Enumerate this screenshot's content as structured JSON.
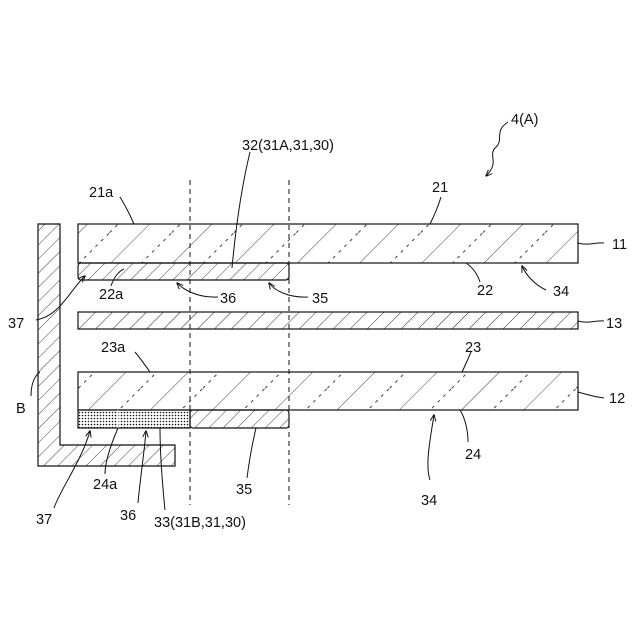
{
  "figure": {
    "assembly": "4(A)",
    "label_32": "32(31A,31,30)",
    "label_33": "33(31B,31,30)",
    "ref_21a": "21a",
    "ref_21": "21",
    "ref_11": "11",
    "ref_22a": "22a",
    "ref_36_top": "36",
    "ref_35_top": "35",
    "ref_22": "22",
    "ref_34_top": "34",
    "ref_37_top": "37",
    "ref_13": "13",
    "ref_23a": "23a",
    "ref_23": "23",
    "ref_b": "B",
    "ref_12": "12",
    "ref_24": "24",
    "ref_34_bottom": "34",
    "ref_24a": "24a",
    "ref_35_bottom": "35",
    "ref_37_bottom": "37",
    "ref_36_bottom": "36"
  },
  "colors": {
    "line": "#111111",
    "background": "#ffffff"
  }
}
